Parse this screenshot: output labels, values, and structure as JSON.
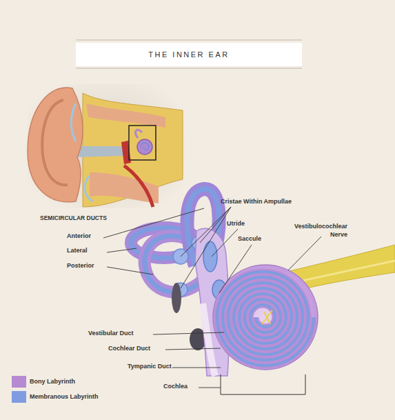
{
  "diagram": {
    "title": "THE INNER EAR",
    "labels": [
      "SEMICIRCULAR DUCTS",
      "Anterior",
      "Lateral",
      "Posterior",
      "Cristae Within Ampullae",
      "Utride",
      "Saccule",
      "Vestibulocochlear Nerve",
      "Vestibular Duct",
      "Cochlear Duct",
      "Tympanic Duct",
      "Cochlea"
    ],
    "legend": [
      {
        "text": "Bony Labyrinth",
        "color": "#b68ad2"
      },
      {
        "text": "Membranous Labyrinth",
        "color": "#7f9ce0"
      }
    ]
  }
}
